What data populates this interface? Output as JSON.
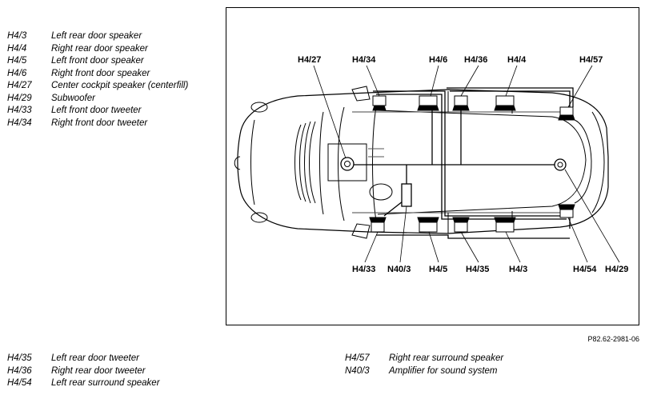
{
  "legend_top": [
    {
      "code": "H4/3",
      "desc": "Left rear door speaker"
    },
    {
      "code": "H4/4",
      "desc": "Right rear door speaker"
    },
    {
      "code": "H4/5",
      "desc": "Left front door speaker"
    },
    {
      "code": "H4/6",
      "desc": "Right front door speaker"
    },
    {
      "code": "H4/27",
      "desc": "Center cockpit speaker (centerfill)"
    },
    {
      "code": "H4/29",
      "desc": "Subwoofer"
    },
    {
      "code": "H4/33",
      "desc": "Left front door tweeter"
    },
    {
      "code": "H4/34",
      "desc": "Right front door tweeter"
    }
  ],
  "legend_bottom_left": [
    {
      "code": "H4/35",
      "desc": "Left rear door tweeter"
    },
    {
      "code": "H4/36",
      "desc": "Right rear door tweeter"
    },
    {
      "code": "H4/54",
      "desc": "Left rear surround speaker"
    }
  ],
  "legend_bottom_right": [
    {
      "code": "H4/57",
      "desc": "Right rear surround speaker"
    },
    {
      "code": "N40/3",
      "desc": "Amplifier for sound system"
    }
  ],
  "callouts": {
    "h4_27": "H4/27",
    "h4_34": "H4/34",
    "h4_6": "H4/6",
    "h4_36": "H4/36",
    "h4_4": "H4/4",
    "h4_57": "H4/57",
    "h4_33": "H4/33",
    "n40_3": "N40/3",
    "h4_5": "H4/5",
    "h4_35": "H4/35",
    "h4_3": "H4/3",
    "h4_54": "H4/54",
    "h4_29": "H4/29"
  },
  "figure_ref": "P82.62-2981-06"
}
